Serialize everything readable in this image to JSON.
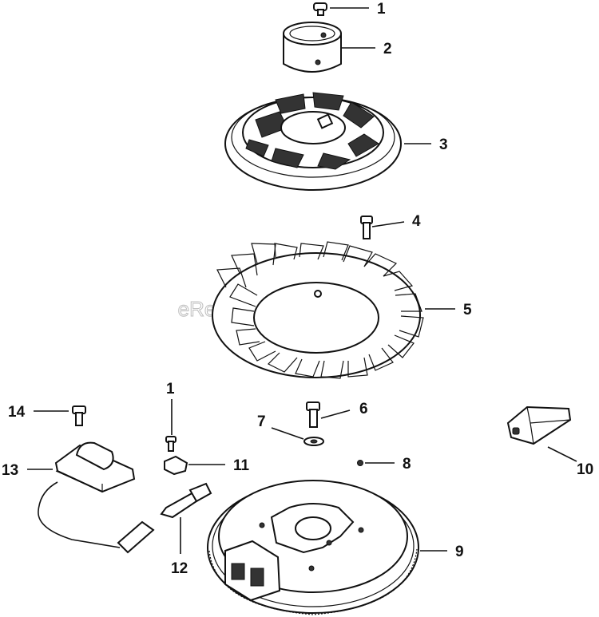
{
  "watermark": "eReplacementParts.com",
  "callouts": [
    {
      "id": "1",
      "label": "1"
    },
    {
      "id": "2",
      "label": "2"
    },
    {
      "id": "3",
      "label": "3"
    },
    {
      "id": "4",
      "label": "4"
    },
    {
      "id": "5",
      "label": "5"
    },
    {
      "id": "1b",
      "label": "1"
    },
    {
      "id": "6",
      "label": "6"
    },
    {
      "id": "7",
      "label": "7"
    },
    {
      "id": "8",
      "label": "8"
    },
    {
      "id": "14",
      "label": "14"
    },
    {
      "id": "13",
      "label": "13"
    },
    {
      "id": "11",
      "label": "11"
    },
    {
      "id": "10",
      "label": "10"
    },
    {
      "id": "12",
      "label": "12"
    },
    {
      "id": "9",
      "label": "9"
    }
  ]
}
